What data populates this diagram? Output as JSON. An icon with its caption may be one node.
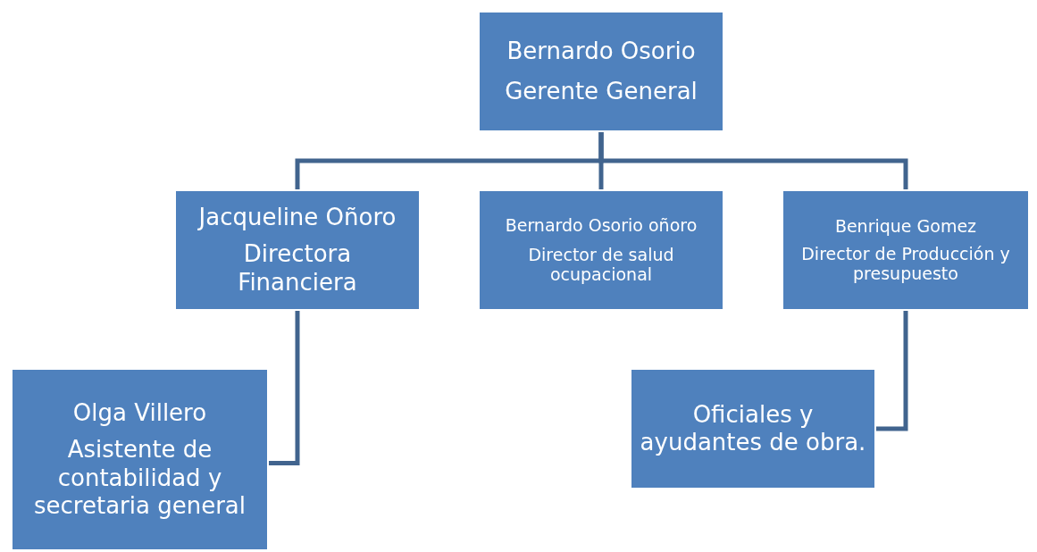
{
  "diagram": {
    "nodes": [
      {
        "text": [
          "Bernardo Osorio",
          "Gerente General"
        ]
      },
      {
        "text": [
          "Jacqueline Oñoro",
          "Directora Financiera"
        ]
      },
      {
        "text": [
          "Bernardo Osorio oñoro",
          "Director de salud ocupacional"
        ]
      },
      {
        "text": [
          "Benrique Gomez",
          "Director de Producción y presupuesto"
        ]
      },
      {
        "text": [
          "Olga Villero",
          "Asistente de contabilidad y secretaria general"
        ]
      },
      {
        "text": [
          "Oficiales y ayudantes de obra."
        ]
      }
    ],
    "edges": [
      {
        "from": 0,
        "to": 1,
        "arrow": "none"
      },
      {
        "from": 0,
        "to": 2,
        "arrow": "none"
      },
      {
        "from": 0,
        "to": 3,
        "arrow": "none"
      },
      {
        "from": 1,
        "to": 4,
        "arrow": "none"
      },
      {
        "from": 3,
        "to": 5,
        "arrow": "none"
      }
    ]
  }
}
